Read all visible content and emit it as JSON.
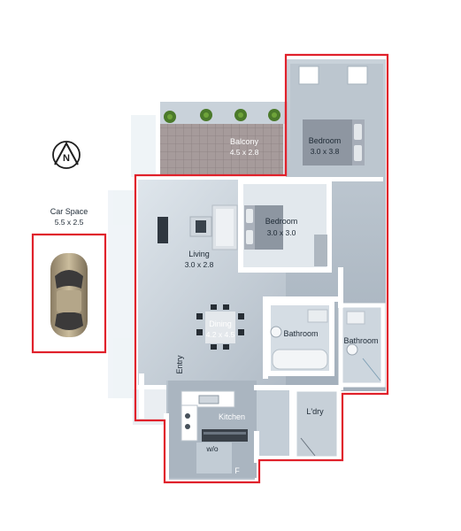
{
  "compass": {
    "letter": "N"
  },
  "car_space": {
    "label": "Car Space",
    "dims": "5.5 x 2.5"
  },
  "rooms": {
    "balcony": {
      "label": "Balcony",
      "dims": "4.5 x 2.8"
    },
    "bedroom1": {
      "label": "Bedroom",
      "dims": "3.0 x 3.8"
    },
    "bedroom2": {
      "label": "Bedroom",
      "dims": "3.0 x 3.0"
    },
    "living": {
      "label": "Living",
      "dims": "3.0 x 2.8"
    },
    "dining": {
      "label": "Dining",
      "dims": "4.2 x 4.5"
    },
    "bathroom1": {
      "label": "Bathroom"
    },
    "bathroom2": {
      "label": "Bathroom"
    },
    "entry": {
      "label": "Entry"
    },
    "kitchen": {
      "label": "Kitchen"
    },
    "laundry": {
      "label": "L'dry"
    },
    "wo": {
      "label": "w/o"
    },
    "fridge": {
      "label": "F"
    }
  },
  "colors": {
    "boundary": "#e0212b",
    "floor": "#cfd8e0",
    "wall": "#ffffff",
    "balcony_floor": "#9a8f8f"
  }
}
